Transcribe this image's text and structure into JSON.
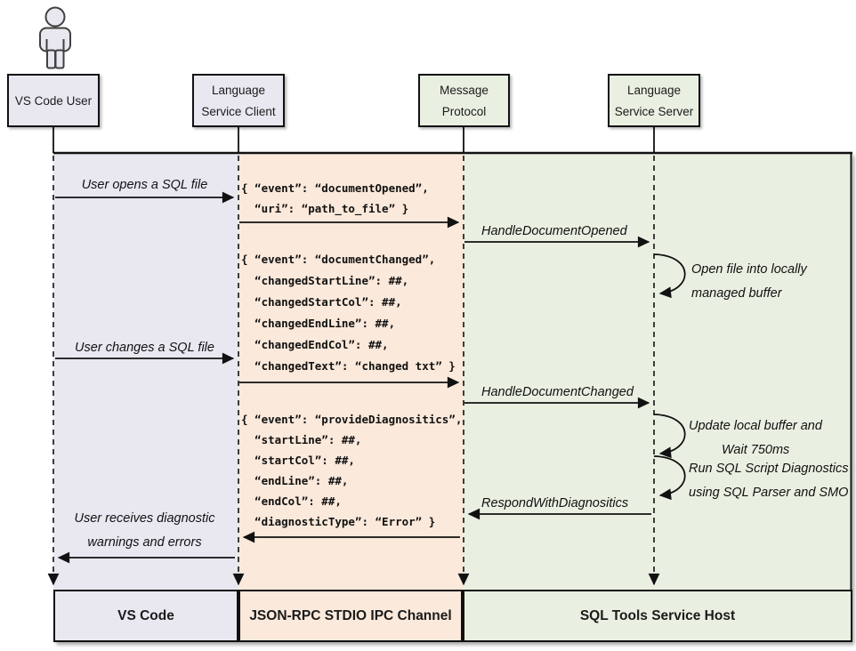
{
  "title": "SQL Tools Service sequence diagram",
  "colors": {
    "lavender_band": "#e9e8f1",
    "peach_band": "#fbe9db",
    "green_band": "#e9f0e2",
    "line": "#111111"
  },
  "actors": [
    {
      "lines": [
        "VS Code User"
      ]
    },
    {
      "lines": [
        "Language",
        "Service Client"
      ]
    },
    {
      "lines": [
        "Message",
        "Protocol"
      ]
    },
    {
      "lines": [
        "Language",
        "Service Server"
      ]
    }
  ],
  "labels": {
    "user_opens": "User opens a SQL file",
    "handle_doc_opened": "HandleDocumentOpened",
    "open_file_1": "Open file into locally",
    "open_file_2": "managed buffer",
    "user_changes": "User changes a SQL file",
    "handle_doc_changed": "HandleDocumentChanged",
    "update_buffer_1": "Update local buffer and",
    "update_buffer_2": "Wait 750ms",
    "run_diag_1": "Run SQL Script Diagnostics",
    "run_diag_2": "using SQL Parser and SMO",
    "respond": "RespondWithDiagnositics",
    "user_receives_1": "User receives diagnostic",
    "user_receives_2": "warnings and errors"
  },
  "messages": {
    "doc_opened": {
      "lines": [
        "{ “event”: “documentOpened”,",
        "  “uri”: “path_to_file” }"
      ]
    },
    "doc_changed": {
      "lines": [
        "{ “event”: “documentChanged”,",
        "  “changedStartLine”: ##,",
        "  “changedStartCol”: ##,",
        "  “changedEndLine”: ##,",
        "  “changedEndCol”: ##,",
        "  “changedText”: “changed txt” }"
      ]
    },
    "provide_diagnostics": {
      "lines": [
        "{ “event”: “provideDiagnositics”,",
        "  “startLine”: ##,",
        "  “startCol”: ##,",
        "  “endLine”: ##,",
        "  “endCol”: ##,",
        "  “diagnosticType”: “Error” }"
      ]
    }
  },
  "footer": {
    "vs_code": "VS Code",
    "ipc_channel": "JSON-RPC STDIO IPC Channel",
    "service_host": "SQL Tools Service Host"
  }
}
